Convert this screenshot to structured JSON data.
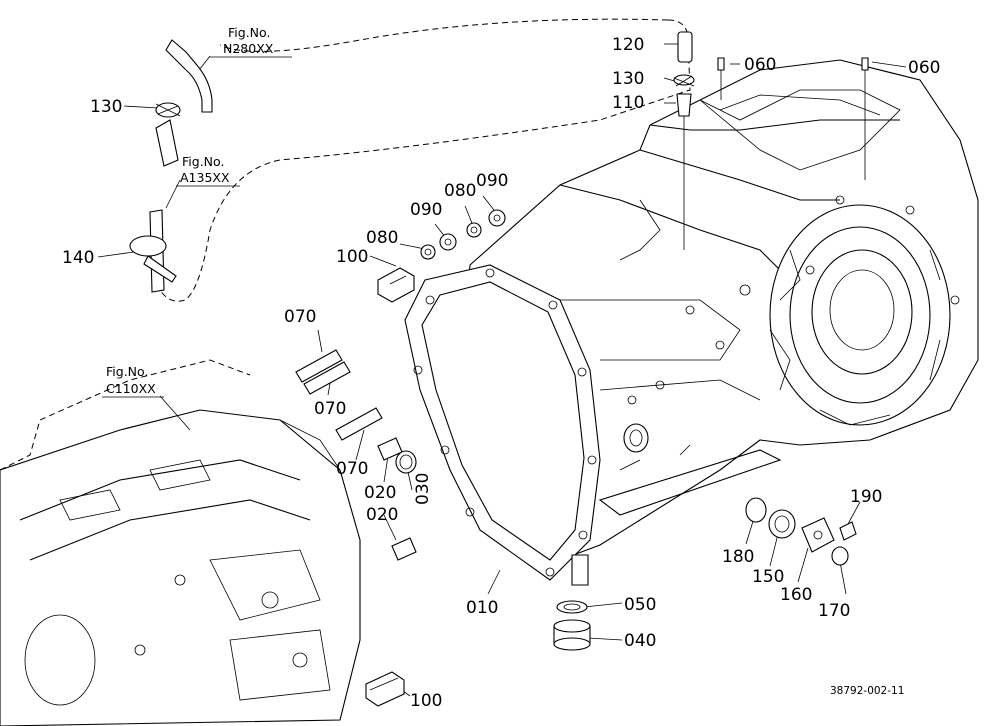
{
  "diagram": {
    "fig_refs": [
      {
        "id": "n280",
        "title": "Fig.No.",
        "code": "N280XX"
      },
      {
        "id": "a135",
        "title": "Fig.No.",
        "code": "A135XX"
      },
      {
        "id": "c110",
        "title": "Fig.No.",
        "code": "C110XX"
      }
    ],
    "callouts": [
      {
        "id": "c120",
        "label": "120"
      },
      {
        "id": "c130a",
        "label": "130"
      },
      {
        "id": "c110",
        "label": "110"
      },
      {
        "id": "c060a",
        "label": "060"
      },
      {
        "id": "c060b",
        "label": "060"
      },
      {
        "id": "c130b",
        "label": "130"
      },
      {
        "id": "c140",
        "label": "140"
      },
      {
        "id": "c090a",
        "label": "090"
      },
      {
        "id": "c080a",
        "label": "080"
      },
      {
        "id": "c090b",
        "label": "090"
      },
      {
        "id": "c080b",
        "label": "080"
      },
      {
        "id": "c100a",
        "label": "100"
      },
      {
        "id": "c070a",
        "label": "070"
      },
      {
        "id": "c070b",
        "label": "070"
      },
      {
        "id": "c070c",
        "label": "070"
      },
      {
        "id": "c020a",
        "label": "020"
      },
      {
        "id": "c030",
        "label": "030"
      },
      {
        "id": "c020b",
        "label": "020"
      },
      {
        "id": "c010",
        "label": "010"
      },
      {
        "id": "c050",
        "label": "050"
      },
      {
        "id": "c040",
        "label": "040"
      },
      {
        "id": "c180",
        "label": "180"
      },
      {
        "id": "c150",
        "label": "150"
      },
      {
        "id": "c160",
        "label": "160"
      },
      {
        "id": "c170",
        "label": "170"
      },
      {
        "id": "c190",
        "label": "190"
      },
      {
        "id": "c100b",
        "label": "100"
      }
    ],
    "drawing_number": "38792-002-11"
  }
}
